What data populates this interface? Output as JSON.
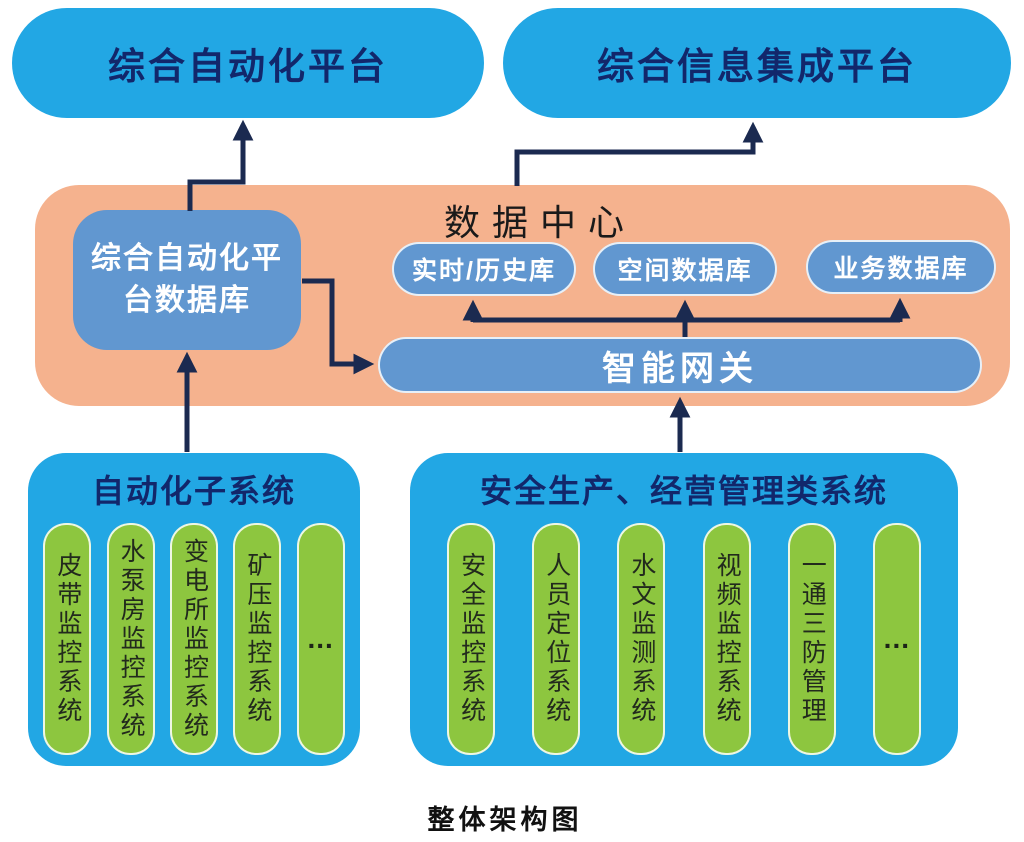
{
  "colors": {
    "cyan": "#22a7e4",
    "orange": "#f5b28e",
    "blue": "#6197d0",
    "green": "#8dc63f",
    "navy_text": "#12276b",
    "arrow_navy": "#1b2a50",
    "white_text": "#ffffff"
  },
  "top_platforms": {
    "automation": "综合自动化平台",
    "integration": "综合信息集成平台"
  },
  "data_center": {
    "title": "数据中心",
    "db_box_line1": "综合自动化平",
    "db_box_line2": "台数据库",
    "databases": [
      "实时/历史库",
      "空间数据库",
      "业务数据库"
    ],
    "gateway": "智能网关"
  },
  "groups": [
    {
      "title": "自动化子系统",
      "items": [
        "皮带监控系统",
        "水泵房监控系统",
        "变电所监控系统",
        "矿压监控系统",
        "..."
      ]
    },
    {
      "title": "安全生产、经营管理类系统",
      "items": [
        "安全监控系统",
        "人员定位系统",
        "水文监测系统",
        "视频监控系统",
        "一通三防管理",
        "..."
      ]
    }
  ],
  "caption": "整体架构图"
}
